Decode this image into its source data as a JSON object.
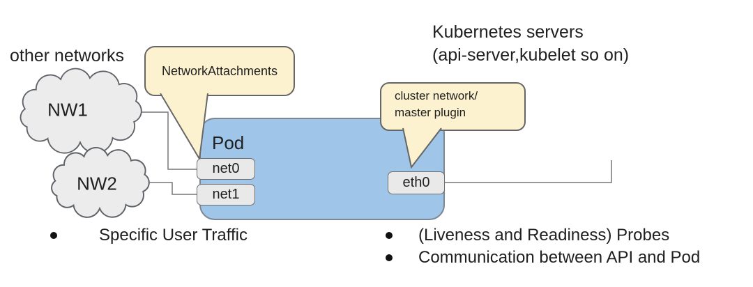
{
  "diagram": {
    "other_networks_label": "other networks",
    "kubernetes_servers": {
      "line1": "Kubernetes servers",
      "line2": "(api-server,kubelet so on)"
    },
    "clouds": [
      {
        "label": "NW1"
      },
      {
        "label": "NW2"
      }
    ],
    "pod": {
      "label": "Pod",
      "interfaces": [
        {
          "label": "net0"
        },
        {
          "label": "net1"
        },
        {
          "label": "eth0"
        }
      ]
    },
    "callouts": [
      {
        "text": "NetworkAttachments"
      },
      {
        "line1": "cluster network/",
        "line2": "master plugin"
      }
    ],
    "bullets": {
      "left": [
        "Specific User Traffic"
      ],
      "right": [
        "(Liveness and Readiness) Probes",
        "Communication between API and Pod"
      ]
    },
    "colors": {
      "pod_fill": "#9fc5e8",
      "pod_border": "#7d8793",
      "callout_fill": "#fcf2cf",
      "callout_border": "#666666",
      "interface_box_fill": "#e9e9e9",
      "interface_box_border": "#6e6e6e",
      "cloud_fill": "#ececec",
      "cloud_border": "#5f6368",
      "connector_line": "#777777",
      "text": "#1f1f1f"
    }
  }
}
